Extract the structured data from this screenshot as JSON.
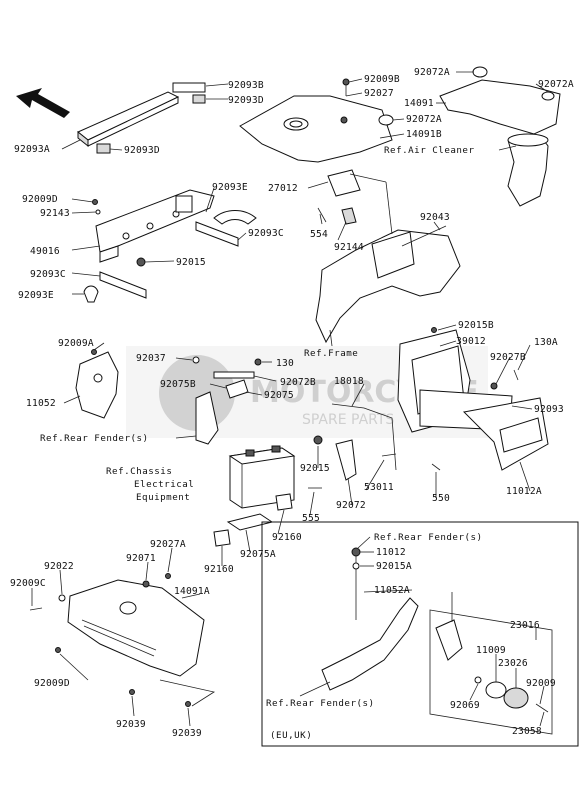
{
  "labels": {
    "l_92093B": "92093B",
    "l_92093D_top": "92093D",
    "l_92093A": "92093A",
    "l_92093D_mid": "92093D",
    "l_92009D_top": "92009D",
    "l_92143": "92143",
    "l_49016": "49016",
    "l_92015_a": "92015",
    "l_92093C_low": "92093C",
    "l_92093E_low": "92093E",
    "l_92093E_mid": "92093E",
    "l_92093C_mid": "92093C",
    "l_92009B": "92009B",
    "l_92027": "92027",
    "l_14091B": "14091B",
    "l_92072A_top": "92072A",
    "l_92072A_right": "92072A",
    "l_14091": "14091",
    "l_92072A_mid": "92072A",
    "l_27012": "27012",
    "l_554": "554",
    "l_92144": "92144",
    "l_92043": "92043",
    "l_92009A": "92009A",
    "l_11052": "11052",
    "l_92037": "92037",
    "l_130_a": "130",
    "l_92075B": "92075B",
    "l_92072B": "92072B",
    "l_92075": "92075",
    "l_18018": "18018",
    "l_92015B": "92015B",
    "l_39012": "39012",
    "l_92027B": "92027B",
    "l_130A": "130A",
    "l_92093": "92093",
    "l_11012A": "11012A",
    "l_92015_b": "92015",
    "l_53011": "53011",
    "l_550": "550",
    "l_92072": "92072",
    "l_555": "555",
    "l_92160_a": "92160",
    "l_92075A": "92075A",
    "l_92160_b": "92160",
    "l_92027A": "92027A",
    "l_92071": "92071",
    "l_92022": "92022",
    "l_92009C": "92009C",
    "l_14091A": "14091A",
    "l_92009D_low": "92009D",
    "l_92039_a": "92039",
    "l_92039_b": "92039",
    "l_11012": "11012",
    "l_92015A": "92015A",
    "l_11052A": "11052A",
    "l_23016": "23016",
    "l_11009": "11009",
    "l_23026": "23026",
    "l_92009": "92009",
    "l_92069": "92069",
    "l_23058": "23058"
  },
  "refs": {
    "air_cleaner": "Ref.Air Cleaner",
    "frame": "Ref.Frame",
    "rear_fender_1": "Ref.Rear Fender(s)",
    "chassis_1": "Ref.Chassis",
    "chassis_2": "Electrical",
    "chassis_3": "Equipment",
    "rear_fender_2": "Ref.Rear Fender(s)",
    "rear_fender_3": "Ref.Rear Fender(s)",
    "region": "(EU,UK)"
  },
  "watermark": {
    "line1": "MOTORCYCLE",
    "line2": "SPARE PARTS"
  },
  "colors": {
    "ink": "#111111",
    "watermark": "#cfcfcf",
    "badge": "#c9c9c9"
  }
}
